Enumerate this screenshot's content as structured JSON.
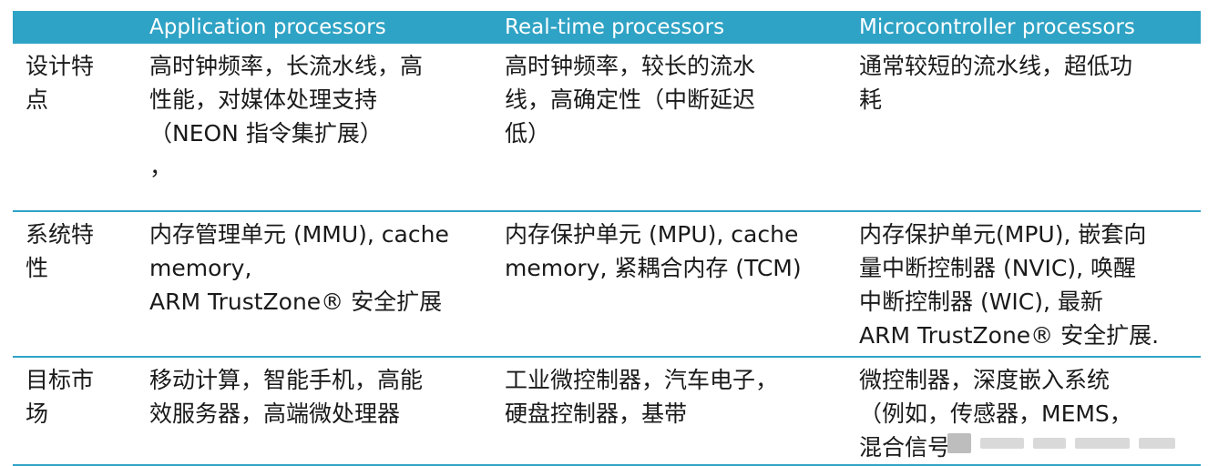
{
  "header": {
    "col0": "",
    "col1": "Application processors",
    "col2": "Real-time processors",
    "col3": "Microcontroller processors"
  },
  "rows": [
    {
      "label": "设计特点",
      "app": [
        "高时钟频率，长流水线，高",
        "性能，对媒体处理支持",
        "（NEON 指令集扩展）",
        "，"
      ],
      "rt": [
        " 高时钟频率，较长的流水",
        "线，高确定性（中断延迟",
        "低）"
      ],
      "mcu": [
        "通常较短的流水线，超低功",
        "耗"
      ]
    },
    {
      "label": "系统特性",
      "app": [
        "内存管理单元 (MMU), cache",
        "memory,",
        "ARM TrustZone® 安全扩展"
      ],
      "rt": [
        "内存保护单元 (MPU), cache",
        "memory, 紧耦合内存 (TCM)"
      ],
      "mcu": [
        "内存保护单元(MPU), 嵌套向",
        "量中断控制器 (NVIC), 唤醒",
        "中断控制器 (WIC), 最新",
        "ARM TrustZone® 安全扩展."
      ]
    },
    {
      "label": "目标市场",
      "app": [
        "移动计算，智能手机，高能",
        "效服务器，高端微处理器"
      ],
      "rt": [
        "工业微控制器，汽车电子，",
        "硬盘控制器，基带"
      ],
      "mcu": [
        "微控制器，深度嵌入系统",
        "（例如，传感器，MEMS，",
        "混合信号"
      ]
    }
  ],
  "colors": {
    "header_bg": "#2fa3c5",
    "header_text": "#ffffff",
    "row_border": "#2fa3c5"
  }
}
